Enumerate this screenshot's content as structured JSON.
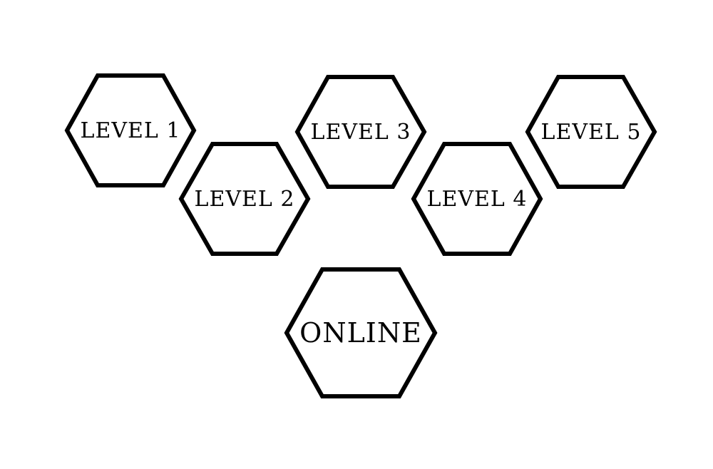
{
  "menu": {
    "levels": [
      {
        "label": "LEVEL 1"
      },
      {
        "label": "LEVEL 2"
      },
      {
        "label": "LEVEL 3"
      },
      {
        "label": "LEVEL 4"
      },
      {
        "label": "LEVEL 5"
      }
    ],
    "online": {
      "label": "ONLINE"
    }
  },
  "colors": {
    "background": "#ffffff",
    "stroke": "#000000",
    "text": "#000000"
  },
  "icons": {
    "button_shape": "hexagon"
  }
}
